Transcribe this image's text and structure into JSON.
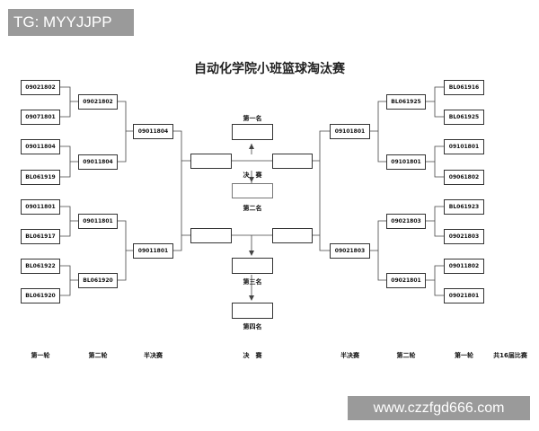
{
  "watermarks": {
    "top_left": "TG: MYYJJPP",
    "bottom_right": "www.czzfgd666.com"
  },
  "title": "自动化学院小班篮球淘汰赛",
  "left": {
    "round1": [
      "09021802",
      "09071801",
      "09011804",
      "BL061919",
      "09011801",
      "BL061917",
      "BL061922",
      "BL061920"
    ],
    "round2": [
      "09021802",
      "09011804",
      "09011801",
      "BL061920"
    ],
    "quarter": [
      "09011804",
      "09011801"
    ]
  },
  "right": {
    "round1": [
      "BL061916",
      "BL061925",
      "09101801",
      "09061802",
      "BL061923",
      "09021803",
      "09011802",
      "09021801"
    ],
    "round2": [
      "BL061925",
      "09101801",
      "09021803",
      "09021801"
    ],
    "quarter": [
      "09101801",
      "09021803"
    ]
  },
  "center": {
    "first_place": "第一名",
    "final": "决　赛",
    "second_place": "第二名",
    "third_place": "第三名",
    "fourth_place": "第四名"
  },
  "round_labels": {
    "left": [
      "第一轮",
      "第二轮",
      "半决赛"
    ],
    "center": "决　赛",
    "right": [
      "半决赛",
      "第二轮",
      "第一轮",
      "共16届比赛"
    ]
  }
}
